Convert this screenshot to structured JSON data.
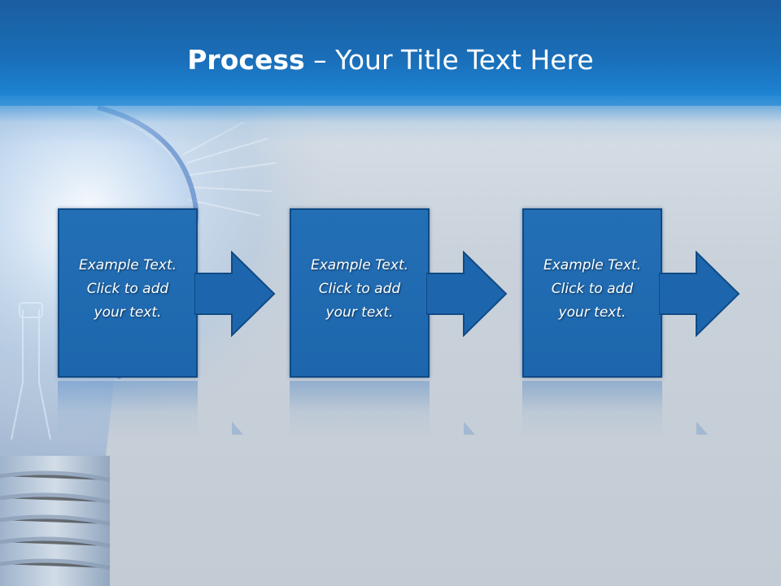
{
  "slide": {
    "title_bold": "Process",
    "title_rest": " – Your Title Text Here"
  },
  "steps": [
    {
      "line1": "Example Text.",
      "line2": "Click  to add",
      "line3": "your text."
    },
    {
      "line1": "Example Text.",
      "line2": "Click  to add",
      "line3": "your text."
    },
    {
      "line1": "Example Text.",
      "line2": "Click  to add",
      "line3": "your text."
    }
  ],
  "colors": {
    "header_blue": "#1a6eb8",
    "box_fill": "#1d66ad",
    "box_border": "#0f4a86",
    "text": "#ffffff"
  }
}
